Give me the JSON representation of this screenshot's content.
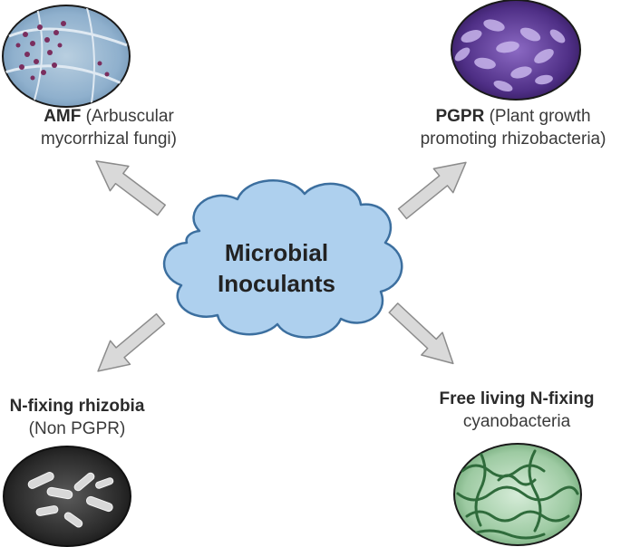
{
  "center": {
    "line1": "Microbial",
    "line2": "Inoculants"
  },
  "nodes": {
    "amf": {
      "bold": "AMF",
      "rest_line1": " (Arbuscular",
      "line2": "mycorrhizal fungi)"
    },
    "pgpr": {
      "bold": "PGPR",
      "rest_line1": " (Plant growth",
      "line2": "promoting rhizobacteria)"
    },
    "nfix": {
      "bold": "N-fixing rhizobia",
      "line2": "(Non PGPR)"
    },
    "free": {
      "bold": "Free living N-fixing",
      "line2": "cyanobacteria"
    }
  },
  "colors": {
    "cloud_fill": "#aed0ee",
    "cloud_stroke": "#3c6f9f",
    "arrow_fill": "#d9d9d9",
    "arrow_stroke": "#8c8c8c"
  }
}
